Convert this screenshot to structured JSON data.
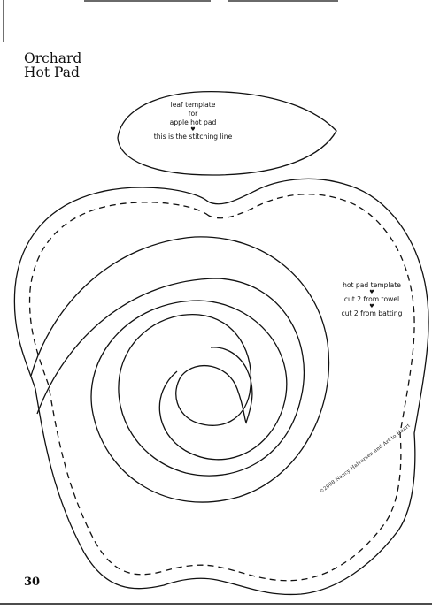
{
  "title": {
    "line1": "Orchard",
    "line2": "Hot Pad"
  },
  "leaf_label": {
    "line1": "leaf template",
    "line2": "for",
    "line3": "apple hot pad",
    "line4": "this is the stitching line"
  },
  "pad_label": {
    "line1": "hot pad template",
    "line2": "cut 2 from towel",
    "line3": "cut 2 from batting"
  },
  "copyright": "©2008 Nancy Halvorsen and Art to Heart",
  "page_number": "30",
  "colors": {
    "ink": "#111111",
    "paper": "#ffffff"
  }
}
